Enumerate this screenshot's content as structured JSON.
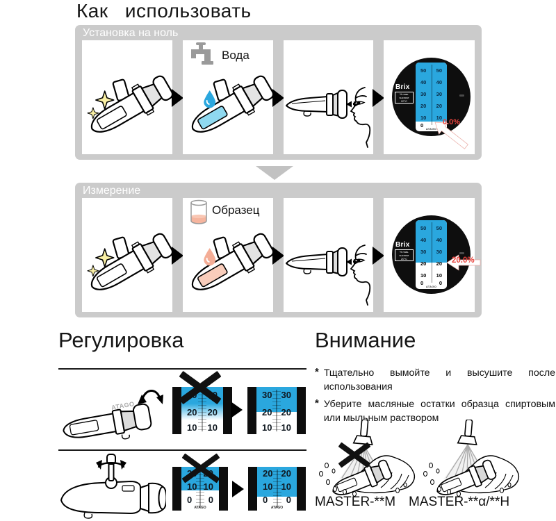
{
  "title": "Как использовать",
  "colors": {
    "panel_gray": "#cbcbcb",
    "scale_blue": "#2aa7de",
    "water_light": "#8fd9f0",
    "sample_light": "#f9cdbb",
    "reading_red": "#e8423c",
    "sparkle_yellow": "#faf0a4"
  },
  "zero_section": {
    "header": "Установка на ноль",
    "water_label": "Вода",
    "reading": "0.0%"
  },
  "measure_section": {
    "header": "Измерение",
    "sample_label": "Образец",
    "reading": "20.0%"
  },
  "display": {
    "brand": "Brix",
    "unit_lines": [
      "% mas.",
      "sucrose",
      "20°C"
    ],
    "maker": "ATAGO",
    "scale_values": [
      "50",
      "40",
      "30",
      "20",
      "10",
      "0"
    ]
  },
  "adjust": {
    "title": "Регулировка",
    "body_brand": "ATAGO",
    "maker": "ATAGO",
    "scale_a_values": [
      "30",
      "20",
      "10"
    ],
    "scale_b_values": [
      "20",
      "10",
      "0"
    ]
  },
  "attention": {
    "title": "Внимание",
    "bullet": "*",
    "items": [
      "Тщательно вымойте и высушите после использования",
      "Уберите масляные остатки образца спиртовым или мыльным раствором"
    ],
    "models": [
      "MASTER-**M",
      "MASTER-**α/**H"
    ]
  }
}
